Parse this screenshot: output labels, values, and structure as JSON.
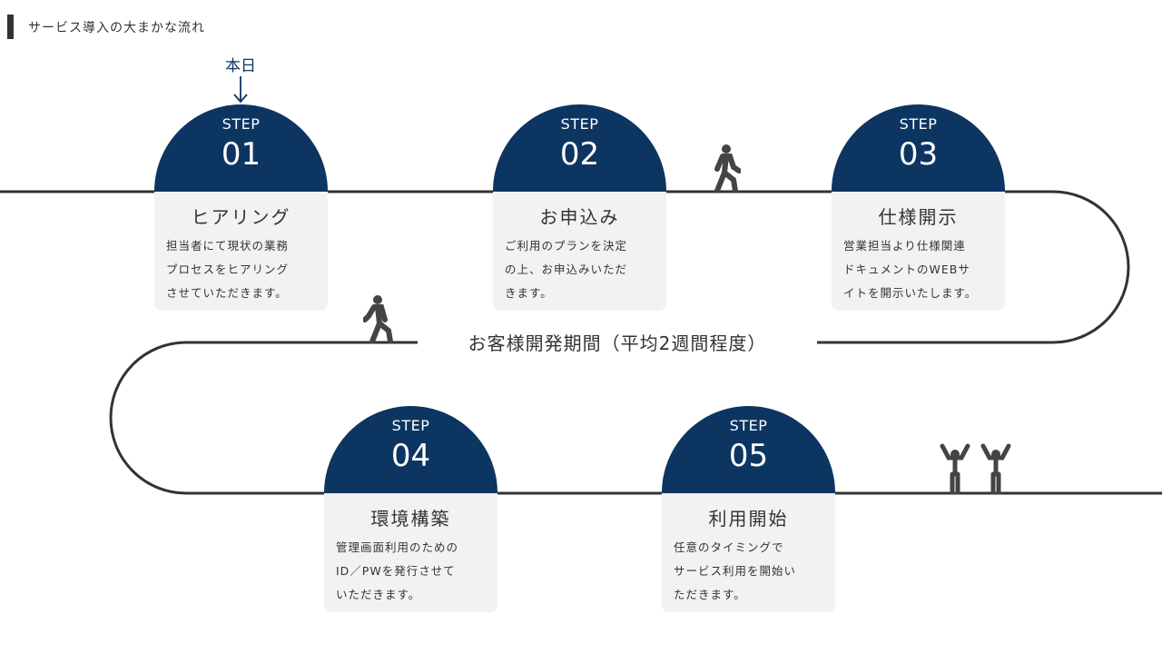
{
  "header": {
    "title": "サービス導入の大まかな流れ"
  },
  "today_label": "本日",
  "period_label": "お客様開発期間（平均2週間程度）",
  "colors": {
    "navy": "#0d3561",
    "card": "#f2f2f2",
    "road": "#333333"
  },
  "steps": [
    {
      "label": "STEP",
      "num": "01",
      "title": "ヒアリング",
      "lines": [
        "担当者にて現状の業務",
        "プロセスをヒアリング",
        "させていただきます。"
      ]
    },
    {
      "label": "STEP",
      "num": "02",
      "title": "お申込み",
      "lines": [
        "ご利用のプランを決定",
        "の上、お申込みいただ",
        "きます。"
      ]
    },
    {
      "label": "STEP",
      "num": "03",
      "title": "仕様開示",
      "lines": [
        "営業担当より仕様関連",
        "ドキュメントのWEBサ",
        "イトを開示いたします。"
      ]
    },
    {
      "label": "STEP",
      "num": "04",
      "title": "環境構築",
      "lines": [
        "管理画面利用のための",
        "ID／PWを発行させて",
        "いただきます。"
      ]
    },
    {
      "label": "STEP",
      "num": "05",
      "title": "利用開始",
      "lines": [
        "任意のタイミングで",
        "サービス利用を開始い",
        "ただきます。"
      ]
    }
  ]
}
